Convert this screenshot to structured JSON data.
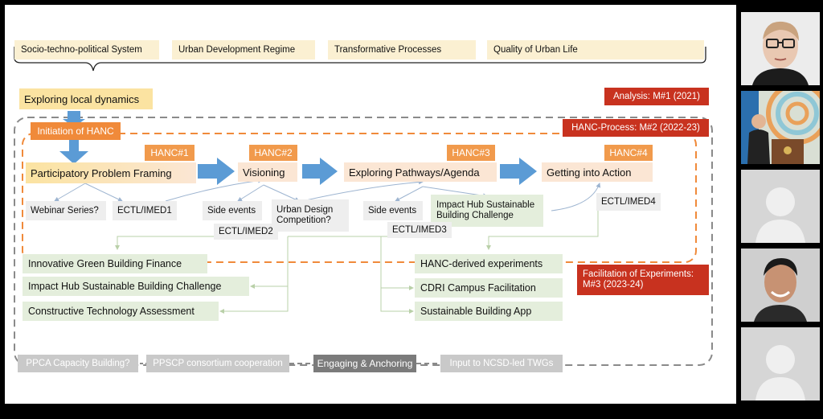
{
  "slide": {
    "top_labels": [
      "Socio-techno-political System",
      "Urban Development Regime",
      "Transformative Processes",
      "Quality of Urban Life"
    ],
    "exploring_local_dynamics": "Exploring local dynamics",
    "initiation": "Initiation of HANC",
    "phases": [
      {
        "tag": "HANC#1",
        "label": "Participatory Problem Framing"
      },
      {
        "tag": "HANC#2",
        "label": "Visioning"
      },
      {
        "tag": "HANC#3",
        "label": "Exploring Pathways/Agenda"
      },
      {
        "tag": "HANC#4",
        "label": "Getting into Action"
      }
    ],
    "analysis": "Analysis: M#1 (2021)",
    "hanc_process": "HANC-Process: M#2 (2022-23)",
    "facilitation": "Facilitation of Experiments: M#3 (2023-24)",
    "events": {
      "webinar": "Webinar Series?",
      "ectl1": "ECTL/IMED1",
      "side1": "Side events",
      "urban_design": "Urban Design Competition?",
      "ectl2": "ECTL/IMED2",
      "side2": "Side events",
      "impact_hub": "Impact Hub Sustainable Building Challenge",
      "ectl3": "ECTL/IMED3",
      "ectl4": "ECTL/IMED4"
    },
    "outcomes_left": [
      "Innovative Green Building Finance",
      "Impact Hub Sustainable Building Challenge",
      "Constructive Technology Assessment"
    ],
    "outcomes_right": [
      "HANC-derived experiments",
      "CDRI Campus Facilitation",
      "Sustainable Building App"
    ],
    "bottom": [
      "PPCA Capacity Building?",
      "PPSCP consortium cooperation",
      "Engaging & Anchoring",
      "Input to NCSD-led TWGs"
    ]
  },
  "colors": {
    "orange": "#f08a3a",
    "red": "#c8321f",
    "blue_arrow": "#5b9bd5",
    "dash_grey": "#8a8a8a"
  },
  "participants": [
    {
      "type": "video",
      "icon": "woman-with-glasses"
    },
    {
      "type": "video",
      "icon": "speaker-at-podium"
    },
    {
      "type": "avatar",
      "icon": "person-placeholder-icon"
    },
    {
      "type": "video",
      "icon": "smiling-man"
    },
    {
      "type": "avatar",
      "icon": "person-placeholder-icon"
    }
  ]
}
